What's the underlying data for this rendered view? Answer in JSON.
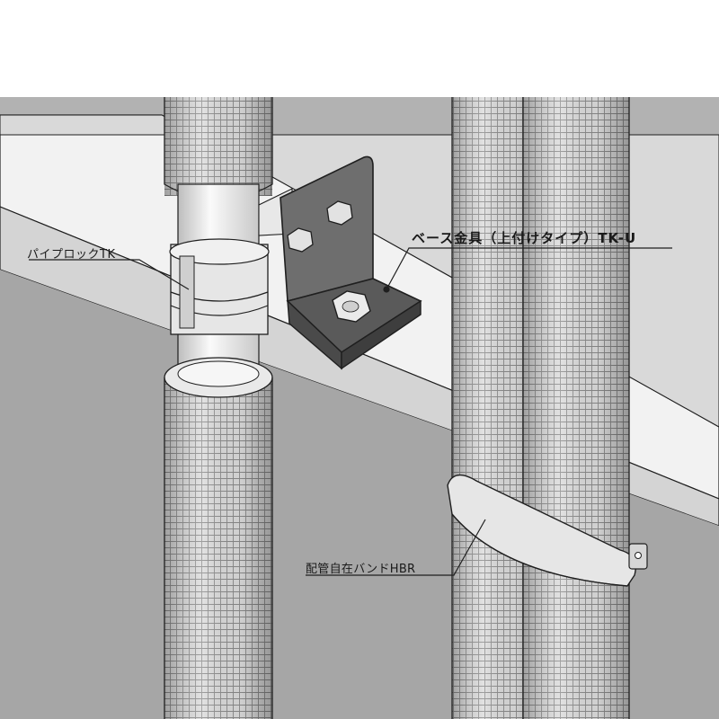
{
  "labels": {
    "pipe_lock": "パイプロックTK",
    "base_bracket": "ベース金具（上付けタイプ）TK-U",
    "pipe_band": "配管自在バンドHBR"
  },
  "colors": {
    "background": "#ffffff",
    "wall": "#a6a6a6",
    "slab_face": "#f2f2f2",
    "slab_top": "#d4d4d4",
    "insulation": "#dedede",
    "mesh": "#8a8a8a",
    "bare_pipe": "#efefef",
    "bracket": "#6e6e6e",
    "bracket_shadow": "#4a4a4a",
    "outline": "#1f1f1f"
  },
  "icons": {
    "bolts": "hex-bolt-icon"
  }
}
